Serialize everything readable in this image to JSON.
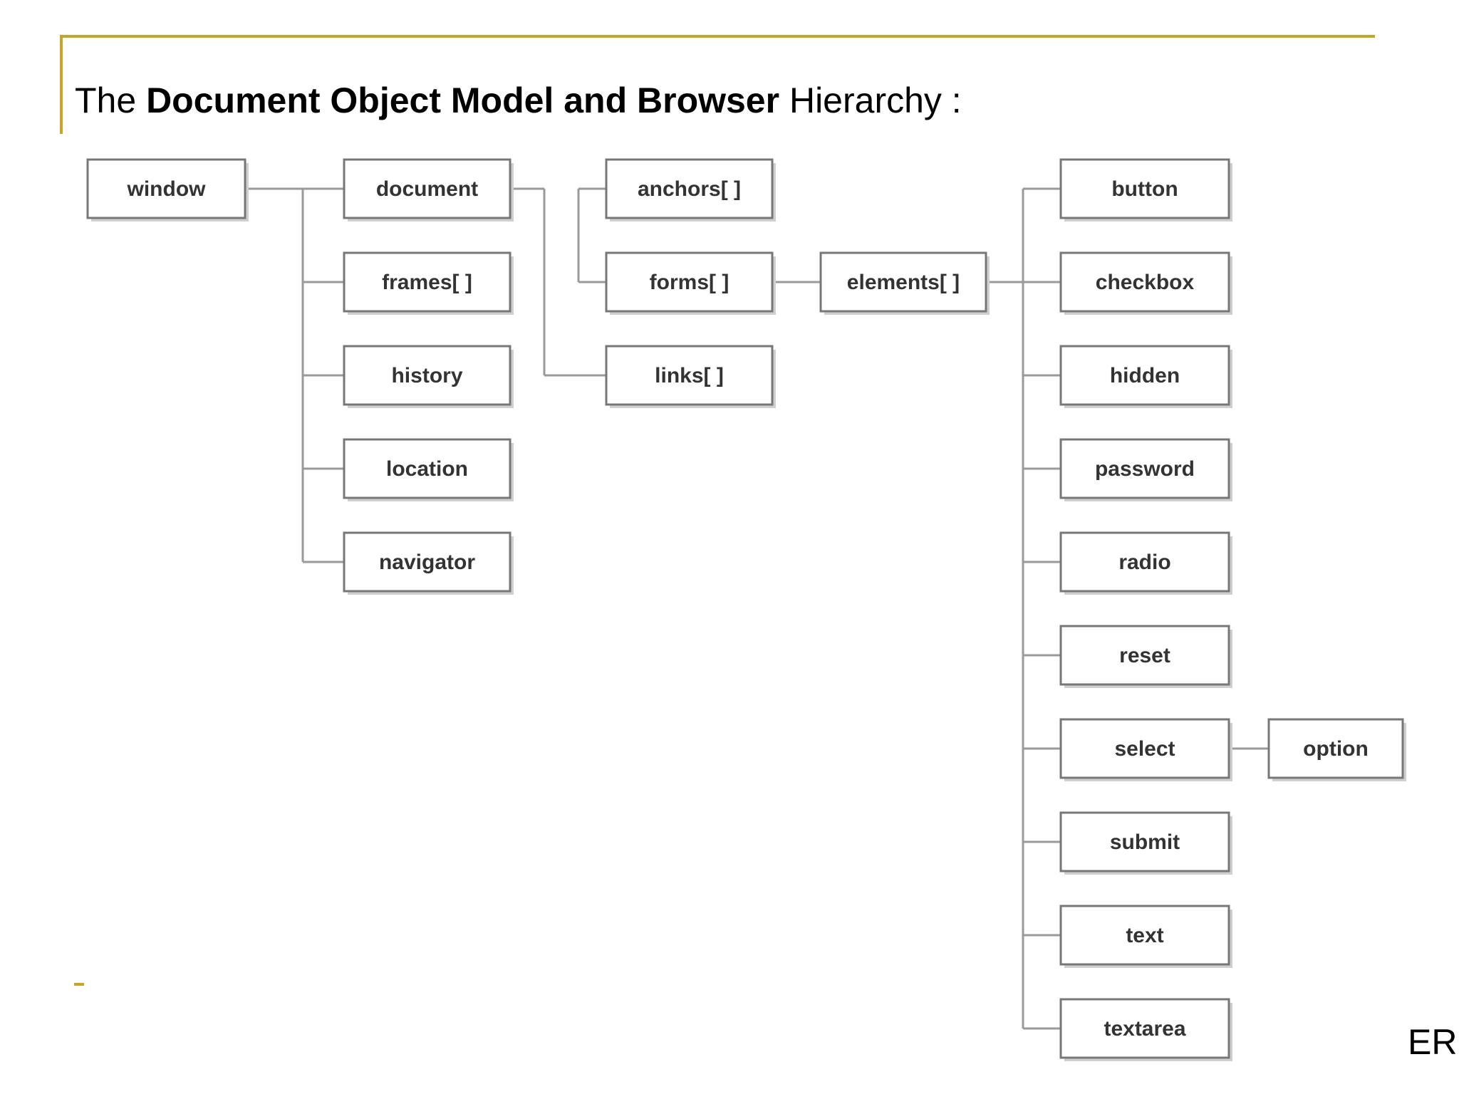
{
  "colors": {
    "accent": "#C8A428",
    "line": "#9a9a9a",
    "box_border": "#777777",
    "shadow": "#cfcfcf"
  },
  "title": {
    "prefix": "The ",
    "bold": "Document Object Model and Browser",
    "suffix": " Hierarchy :"
  },
  "corner_text": "ER",
  "diagram": {
    "nodes": {
      "window": "window",
      "document": "document",
      "frames": "frames[ ]",
      "history": "history",
      "location": "location",
      "navigator": "navigator",
      "anchors": "anchors[ ]",
      "forms": "forms[ ]",
      "links": "links[ ]",
      "elements": "elements[ ]",
      "button": "button",
      "checkbox": "checkbox",
      "hidden": "hidden",
      "password": "password",
      "radio": "radio",
      "reset": "reset",
      "select": "select",
      "submit": "submit",
      "text": "text",
      "textarea": "textarea",
      "option": "option"
    },
    "edges": [
      [
        "window",
        "document"
      ],
      [
        "window",
        "frames"
      ],
      [
        "window",
        "history"
      ],
      [
        "window",
        "location"
      ],
      [
        "window",
        "navigator"
      ],
      [
        "document",
        "anchors"
      ],
      [
        "document",
        "forms"
      ],
      [
        "document",
        "links"
      ],
      [
        "forms",
        "elements"
      ],
      [
        "elements",
        "button"
      ],
      [
        "elements",
        "checkbox"
      ],
      [
        "elements",
        "hidden"
      ],
      [
        "elements",
        "password"
      ],
      [
        "elements",
        "radio"
      ],
      [
        "elements",
        "reset"
      ],
      [
        "elements",
        "select"
      ],
      [
        "elements",
        "submit"
      ],
      [
        "elements",
        "text"
      ],
      [
        "elements",
        "textarea"
      ],
      [
        "select",
        "option"
      ]
    ]
  }
}
